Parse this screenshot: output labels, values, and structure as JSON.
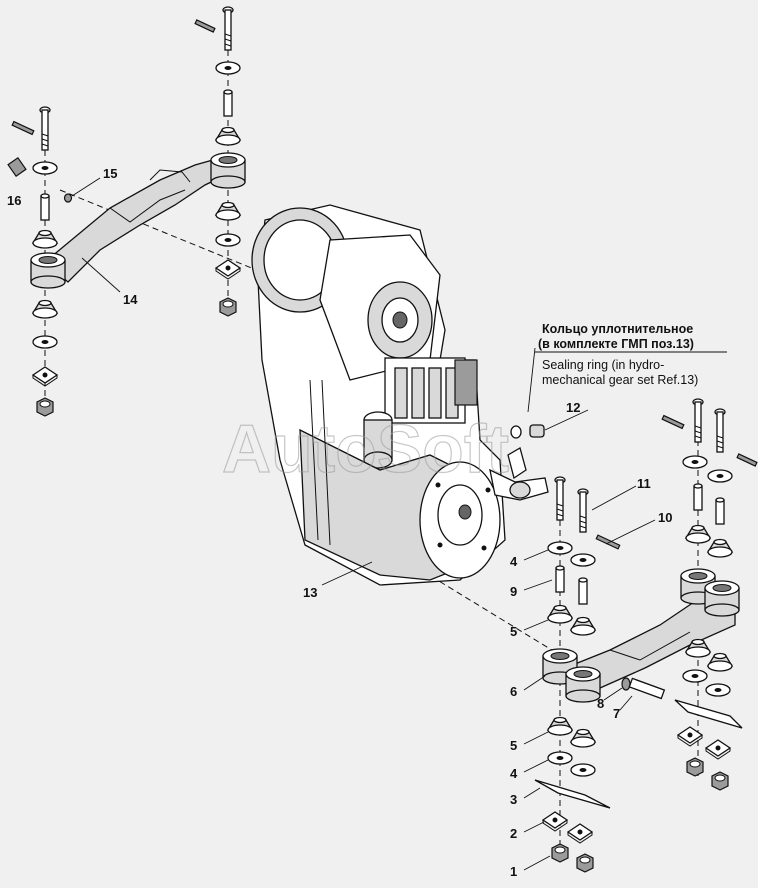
{
  "callouts": [
    "1",
    "2",
    "3",
    "4",
    "5",
    "6",
    "7",
    "8",
    "9",
    "10",
    "11",
    "12",
    "13",
    "14",
    "15",
    "16"
  ],
  "sealing_note": {
    "ru_line1": "Кольцо уплотнительное",
    "ru_line2": "(в комплекте ГМП поз.13)",
    "en_line1": "Sealing ring (in hydro-",
    "en_line2": "mechanical gear set Ref.13)"
  },
  "watermark": "AutoSoft",
  "colors": {
    "background": "#f0f0f0",
    "line": "#111111",
    "shade": "#d9d9d9",
    "dark": "#9b9b9b"
  }
}
